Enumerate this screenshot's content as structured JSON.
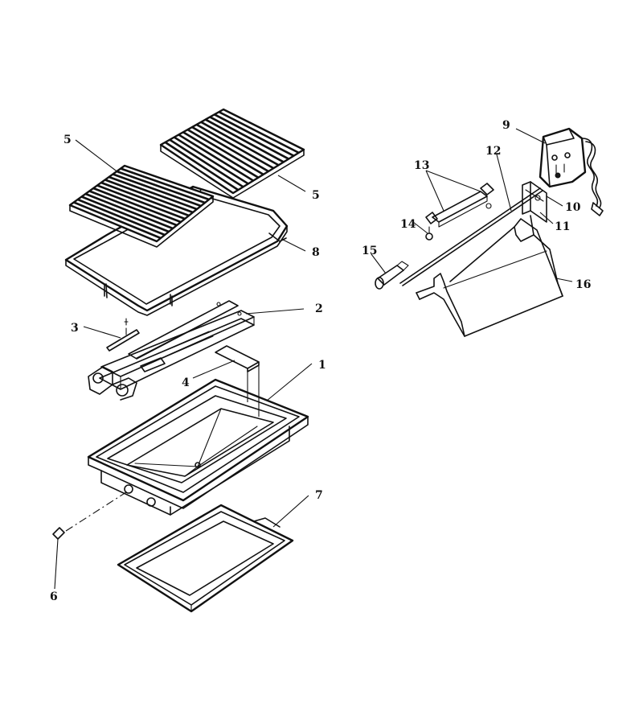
{
  "diagram": {
    "callouts": [
      "1",
      "2",
      "3",
      "4",
      "5",
      "5",
      "6",
      "7",
      "8",
      "9",
      "10",
      "11",
      "12",
      "13",
      "14",
      "15",
      "16"
    ]
  }
}
